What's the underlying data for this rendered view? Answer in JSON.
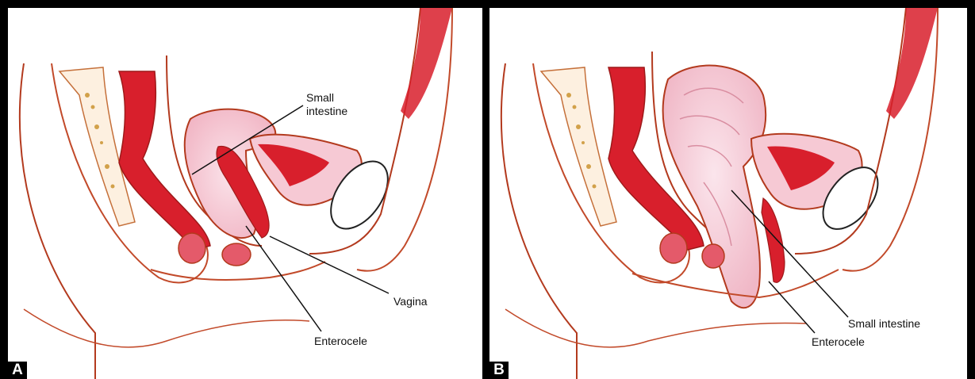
{
  "panels": [
    {
      "letter": "A",
      "labels": {
        "small_intestine": "Small\nintestine",
        "vagina": "Vagina",
        "enterocele": "Enterocele"
      }
    },
    {
      "letter": "B",
      "labels": {
        "small_intestine": "Small intestine",
        "enterocele": "Enterocele"
      }
    }
  ],
  "colors": {
    "tissue_red": "#d81f2c",
    "outline": "#b33a1e",
    "pink": "#f2b8c6",
    "background": "#ffffff",
    "frame": "#000000"
  }
}
